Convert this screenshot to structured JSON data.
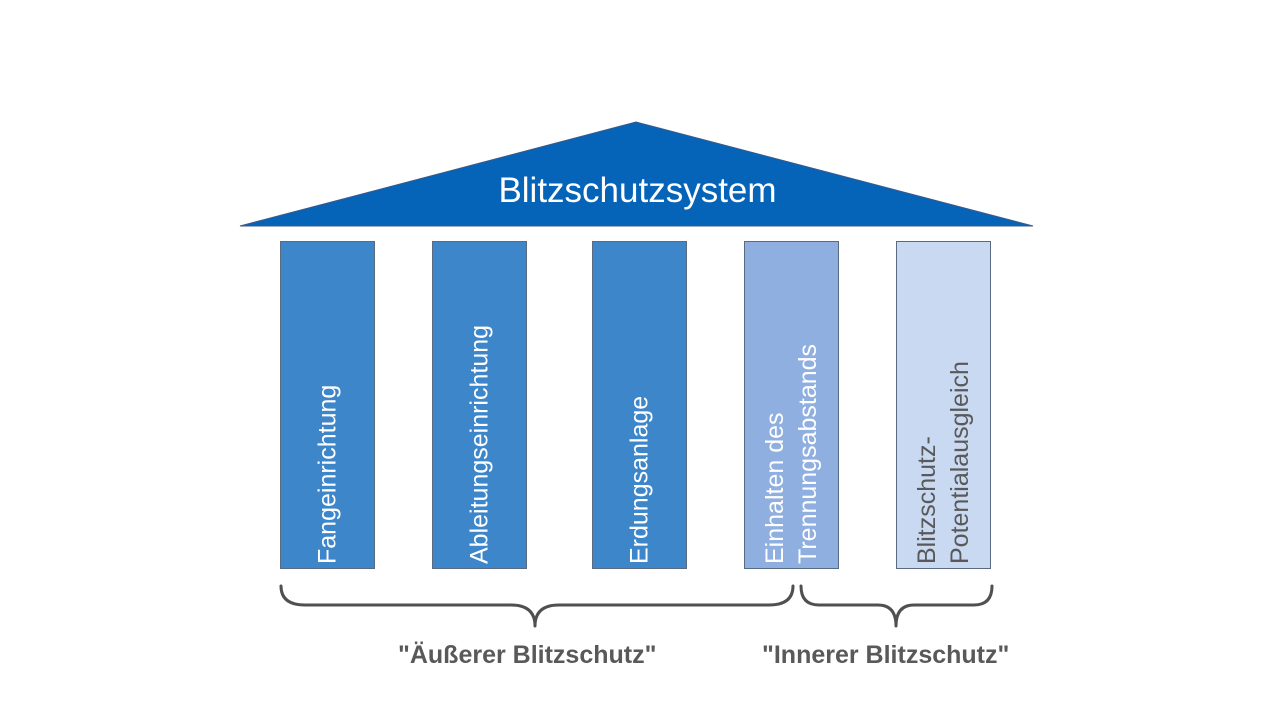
{
  "roof": {
    "title": "Blitzschutzsystem",
    "color": "#0563b8"
  },
  "pillars": [
    {
      "label": "Fangeinrichtung",
      "fill": "#3d86ca",
      "text_color": "#ffffff"
    },
    {
      "label": "Ableitungseinrichtung",
      "fill": "#3d86ca",
      "text_color": "#ffffff"
    },
    {
      "label": "Erdungsanlage",
      "fill": "#3d86ca",
      "text_color": "#ffffff"
    },
    {
      "label": "Einhalten des\nTrennungsabstands",
      "fill": "#8eafe0",
      "text_color": "#ffffff"
    },
    {
      "label": "Blitzschutz-\nPotentialausgleich",
      "fill": "#c9d9f2",
      "text_color": "#595959"
    }
  ],
  "groups": {
    "outer": "\"Äußerer Blitzschutz\"",
    "inner": "\"Innerer Blitzschutz\"",
    "brace_color": "#505050"
  }
}
